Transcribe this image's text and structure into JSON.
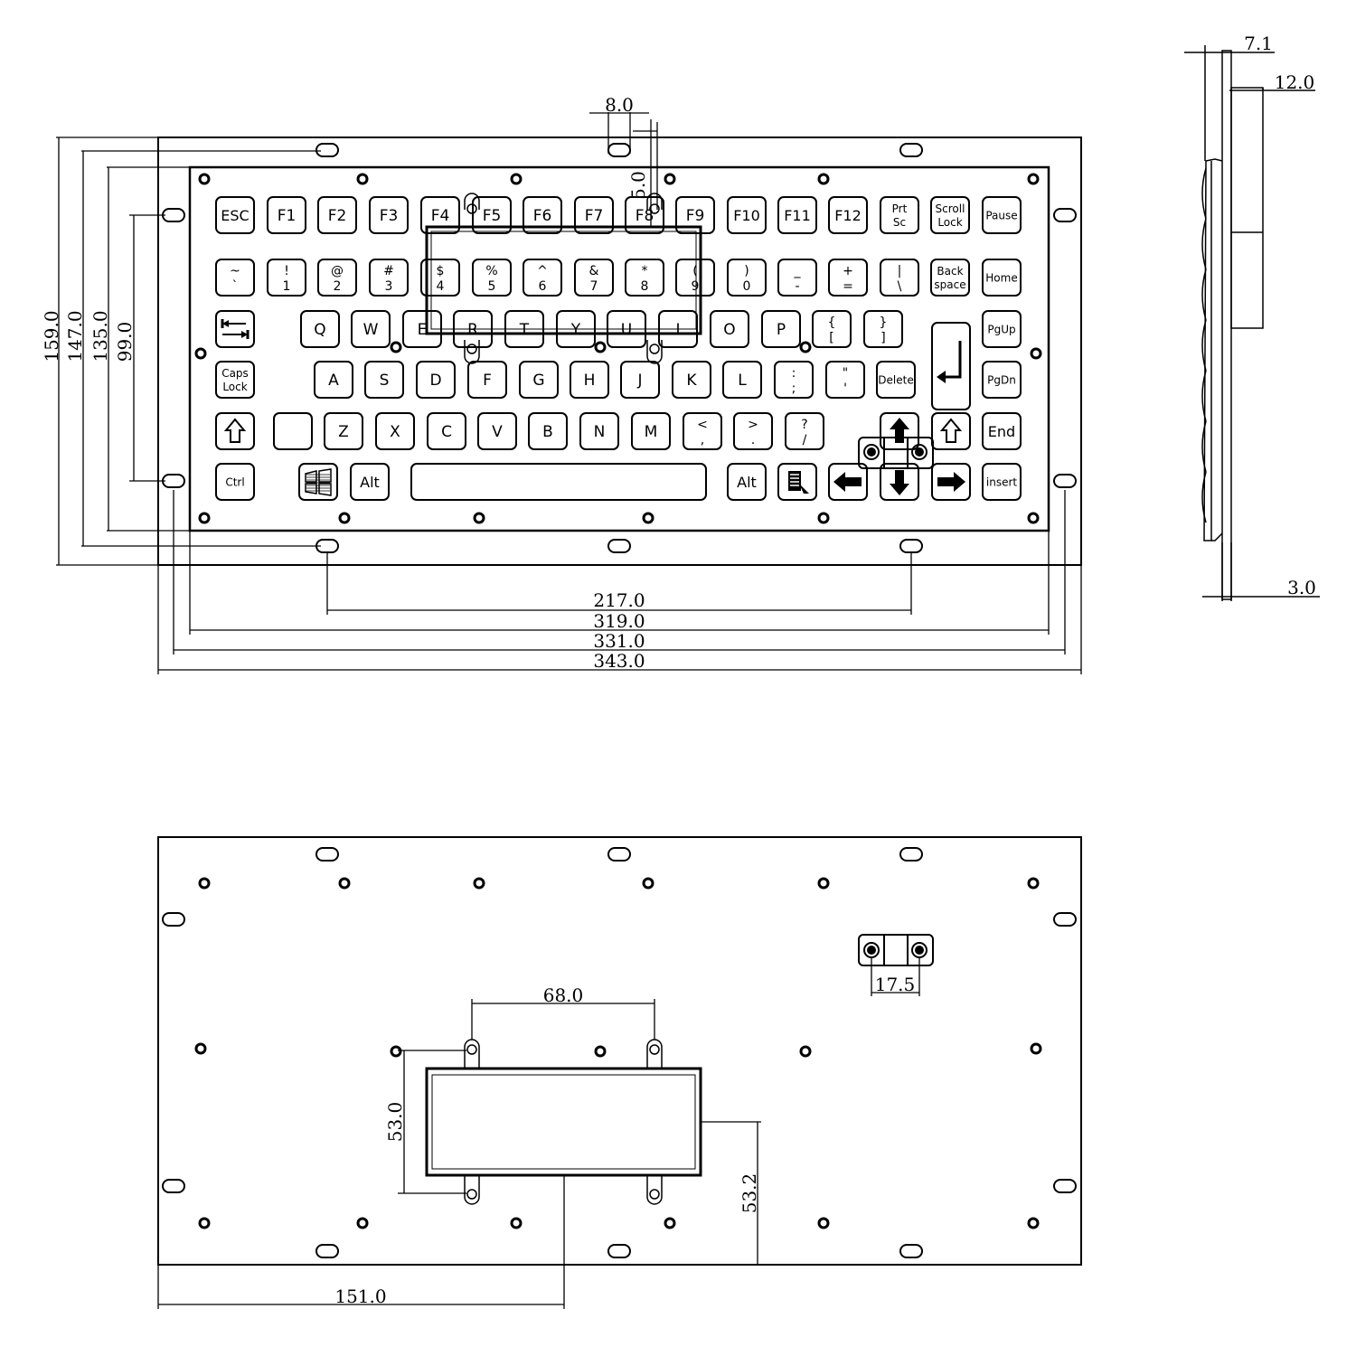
{
  "colors": {
    "line": "#000000",
    "background": "#ffffff"
  },
  "front_view": {
    "rows": [
      [
        "ESC",
        "F1",
        "F2",
        "F3",
        "F4",
        "F5",
        "F6",
        "F7",
        "F8",
        "F9",
        "F10",
        "F11",
        "F12",
        "Prt\nSc",
        "Scroll\nLock",
        "Pause"
      ],
      [
        "~\n`",
        "!\n1",
        "@\n2",
        "#\n3",
        "$\n4",
        "%\n5",
        "^\n6",
        "&\n7",
        "*\n8",
        "(\n9",
        ")\n0",
        "_\n-",
        "+\n=",
        "|\n\\",
        "Back\nspace",
        "Home"
      ],
      [
        "tab-icon",
        "Q",
        "W",
        "E",
        "R",
        "T",
        "Y",
        "U",
        "I",
        "O",
        "P",
        "{\n[",
        "}\n]",
        "enter-icon",
        "PgUp"
      ],
      [
        "Caps\nLock",
        "A",
        "S",
        "D",
        "F",
        "G",
        "H",
        "J",
        "K",
        "L",
        ":\n;",
        "\"\n'",
        "Delete",
        "PgDn"
      ],
      [
        "shift-icon",
        "",
        "Z",
        "X",
        "C",
        "V",
        "B",
        "N",
        "M",
        "<\n,",
        ">\n.",
        "?\n/",
        "arrow-up-icon",
        "shift-icon",
        "End"
      ],
      [
        "Ctrl",
        "windows-icon",
        "Alt",
        "space-bar",
        "Alt",
        "menu-icon",
        "arrow-left-icon",
        "arrow-down-icon",
        "arrow-right-icon",
        "insert"
      ]
    ],
    "dims": {
      "top_slot": "8.0",
      "lcd_window": "5.0",
      "h_159": "159.0",
      "h_147": "147.0",
      "h_135": "135.0",
      "h_99": "99.0",
      "w_217": "217.0",
      "w_319": "319.0",
      "w_331": "331.0",
      "w_343": "343.0"
    }
  },
  "side_view": {
    "dims": {
      "d_7_1": "7.1",
      "d_12": "12.0",
      "d_3": "3.0"
    }
  },
  "back_view": {
    "dims": {
      "w_68": "68.0",
      "h_53": "53.0",
      "h_53_2": "53.2",
      "w_151": "151.0",
      "w_17_5": "17.5"
    }
  }
}
